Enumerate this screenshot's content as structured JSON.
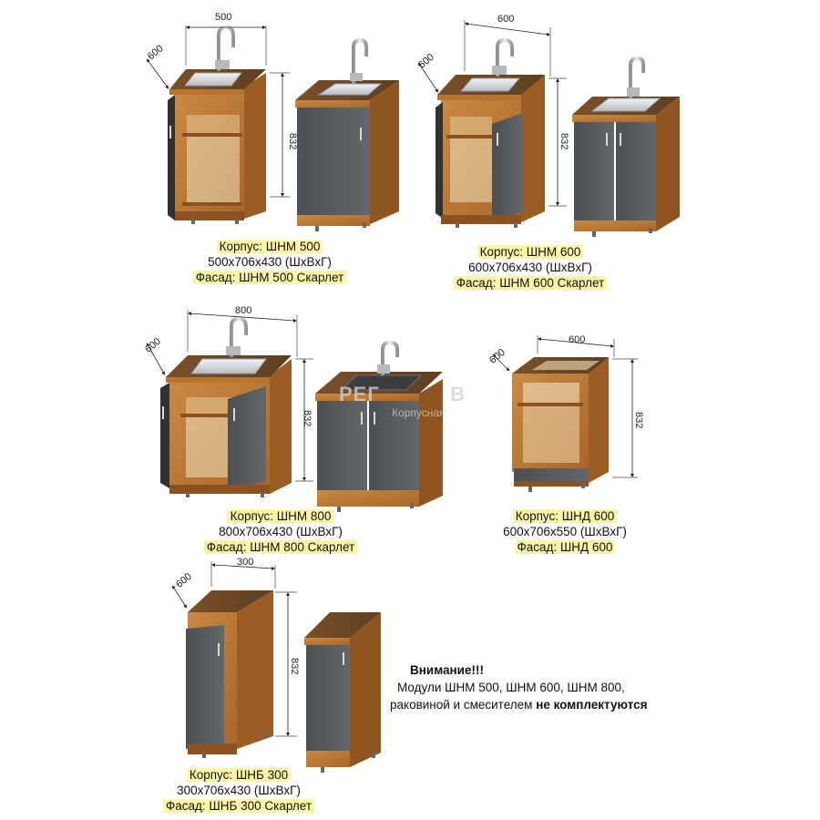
{
  "modules": [
    {
      "id": "shnm500",
      "dims": {
        "width": "500",
        "depth": "600",
        "height": "832"
      },
      "caption": {
        "corpus": "Корпус: ШНМ 500",
        "size": "500х706х430 (ШхВхГ)",
        "facade": "Фасад: ШНМ 500 Скарлет"
      }
    },
    {
      "id": "shnm600",
      "dims": {
        "width": "600",
        "depth": "600",
        "height": "832"
      },
      "caption": {
        "corpus": "Корпус: ШНМ 600",
        "size": "600х706х430 (ШхВхГ)",
        "facade": "Фасад: ШНМ 600 Скарлет"
      }
    },
    {
      "id": "shnm800",
      "dims": {
        "width": "800",
        "depth": "600",
        "height": "832"
      },
      "caption": {
        "corpus": "Корпус: ШНМ 800",
        "size": "800х706х430 (ШхВхГ)",
        "facade": "Фасад: ШНМ 800 Скарлет"
      }
    },
    {
      "id": "shnd600",
      "dims": {
        "width": "600",
        "depth": "600",
        "height": "832"
      },
      "caption": {
        "corpus": "Корпус: ШНД 600",
        "size": "600х706х550 (ШхВхГ)",
        "facade": "Фасад: ШНД 600"
      }
    },
    {
      "id": "shnb300",
      "dims": {
        "width": "300",
        "depth": "600",
        "height": "832"
      },
      "caption": {
        "corpus": "Корпус: ШНБ 300",
        "size": "300х706х430 (ШхВхГ)",
        "facade": "Фасад: ШНБ 300 Скарлет"
      }
    }
  ],
  "note": {
    "title": "Внимание!!!",
    "line1": "Модули ШНМ 500, ШНМ 600, ШНМ 800,",
    "line2_start": "раковиной и смесителем ",
    "line2_bold": "не комплектуются"
  },
  "watermark": {
    "brand": "РЕГ",
    "sub": "Корпусная",
    "suffix": "В"
  },
  "colors": {
    "wood": "#b8742f",
    "wood_dark": "#8a5220",
    "wood_top": "#6e4a25",
    "facade": "#55585c",
    "facade_dark": "#3e4043",
    "sink": "#d9dde2",
    "highlight": "#fdf6a6"
  }
}
